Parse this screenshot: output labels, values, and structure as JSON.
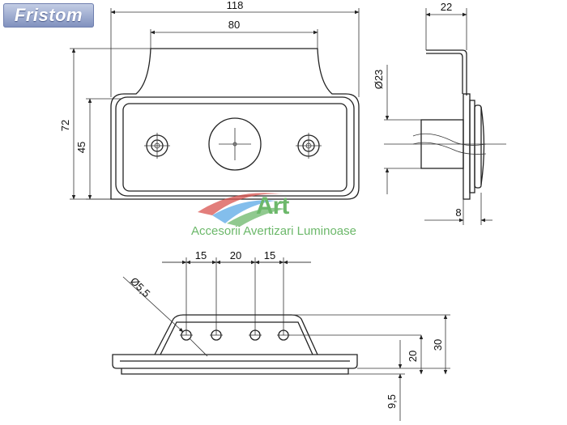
{
  "brand": {
    "logo_text": "Fristom"
  },
  "watermark": {
    "title": "Art",
    "subtitle": "Accesorii Avertizari Luminoase"
  },
  "front_view": {
    "dim_width_total": "118",
    "dim_width_top": "80",
    "dim_height_total": "72",
    "dim_height_lens": "45"
  },
  "side_view": {
    "dim_depth_top": "22",
    "dim_diameter": "Ø23",
    "dim_depth_bottom": "8"
  },
  "bottom_view": {
    "dim_spacing_1": "15",
    "dim_spacing_2": "20",
    "dim_spacing_3": "15",
    "dim_hole_diameter": "Ø5,5",
    "dim_height_20": "20",
    "dim_height_30": "30",
    "dim_height_9_5": "9,5"
  },
  "colors": {
    "line": "#222222",
    "watermark_green": "#6cb86a",
    "watermark_red": "#d9534f",
    "watermark_blue": "#5aa9e6"
  }
}
